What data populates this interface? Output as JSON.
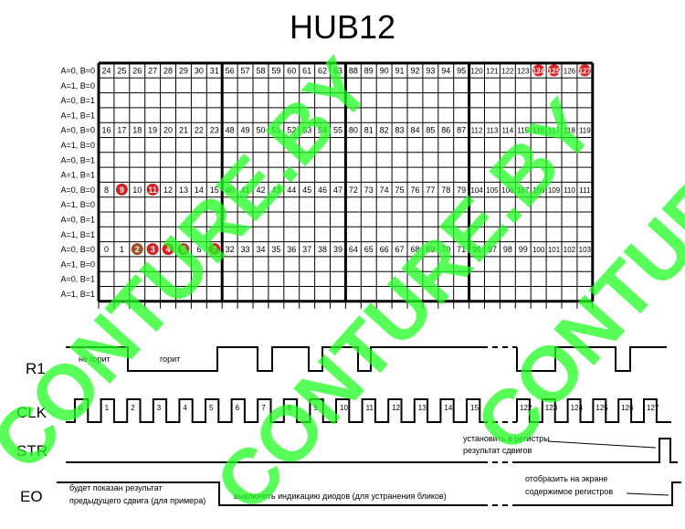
{
  "title": "HUB12",
  "row_labels": [
    "A=0, B=0",
    "A=1, B=0",
    "A=0, B=1",
    "A=1, B=1",
    "A=0, B=0",
    "A=1, B=0",
    "A=0, B=1",
    "A=1, B=1",
    "A=0, B=0",
    "A=1, B=0",
    "A=0, B=1",
    "A=1, B=1",
    "A=0, B=0",
    "A=1, B=0",
    "A=0, B=1",
    "A=1, B=1"
  ],
  "grid_numbers": [
    [
      "24",
      "25",
      "26",
      "27",
      "28",
      "29",
      "30",
      "31",
      "56",
      "57",
      "58",
      "59",
      "60",
      "61",
      "62",
      "63",
      "88",
      "89",
      "90",
      "91",
      "92",
      "93",
      "94",
      "95",
      "120",
      "121",
      "122",
      "123",
      "124",
      "125",
      "126",
      "127"
    ],
    [
      "16",
      "17",
      "18",
      "19",
      "20",
      "21",
      "22",
      "23",
      "48",
      "49",
      "50",
      "51",
      "52",
      "53",
      "54",
      "55",
      "80",
      "81",
      "82",
      "83",
      "84",
      "85",
      "86",
      "87",
      "112",
      "113",
      "114",
      "115",
      "116",
      "117",
      "118",
      "119"
    ],
    [
      "8",
      "9",
      "10",
      "11",
      "12",
      "13",
      "14",
      "15",
      "40",
      "41",
      "42",
      "43",
      "44",
      "45",
      "46",
      "47",
      "72",
      "73",
      "74",
      "75",
      "76",
      "77",
      "78",
      "79",
      "104",
      "105",
      "106",
      "107",
      "108",
      "109",
      "110",
      "111"
    ],
    [
      "0",
      "1",
      "2",
      "3",
      "4",
      "5",
      "6",
      "7",
      "32",
      "33",
      "34",
      "35",
      "36",
      "37",
      "38",
      "39",
      "64",
      "65",
      "66",
      "67",
      "68",
      "69",
      "70",
      "71",
      "96",
      "97",
      "98",
      "99",
      "100",
      "101",
      "102",
      "103"
    ]
  ],
  "highlights": [
    {
      "block": 0,
      "col": 28,
      "color": "#e02020"
    },
    {
      "block": 0,
      "col": 29,
      "color": "#e02020"
    },
    {
      "block": 0,
      "col": 31,
      "color": "#e02020"
    },
    {
      "block": 2,
      "col": 1,
      "color": "#d42020"
    },
    {
      "block": 2,
      "col": 3,
      "color": "#d42020"
    },
    {
      "block": 3,
      "col": 2,
      "color": "#a0522d"
    },
    {
      "block": 3,
      "col": 3,
      "color": "#d42020"
    },
    {
      "block": 3,
      "col": 4,
      "color": "#d42020"
    },
    {
      "block": 3,
      "col": 5,
      "color": "#a0522d"
    },
    {
      "block": 3,
      "col": 7,
      "color": "#e02020"
    }
  ],
  "signals": {
    "r1": "R1",
    "clk": "CLK",
    "str": "STR",
    "eo": "EO"
  },
  "r1_notes": {
    "off": "не горит",
    "on": "горит"
  },
  "clk_numbers": [
    "0",
    "1",
    "2",
    "3",
    "4",
    "5",
    "6",
    "7",
    "8",
    "9",
    "10",
    "11",
    "12",
    "13",
    "14",
    "15",
    "122",
    "123",
    "124",
    "125",
    "126",
    "127"
  ],
  "notes": {
    "str_1": "установить в регистры",
    "str_2": "результат сдвигов",
    "eo_prev_1": "будет показан результат",
    "eo_prev_2": "предыдущего сдвига (для примера)",
    "eo_off": "выключить индикацию диодов (для устранения бликов)",
    "eo_show_1": "отобразить на экране",
    "eo_show_2": "содержимое регистров"
  },
  "watermark": "CONTURE.BY",
  "colors": {
    "highlight": "#e02020",
    "brown": "#a0522d",
    "watermark": "#22ff22"
  }
}
